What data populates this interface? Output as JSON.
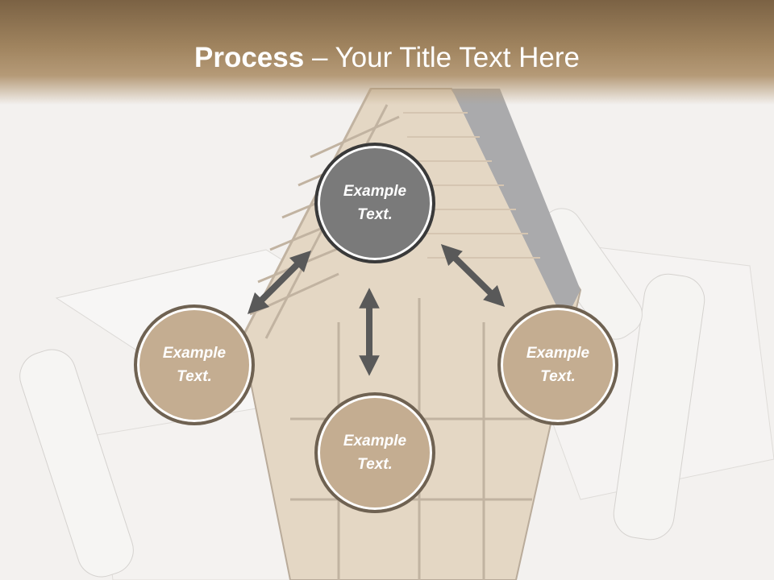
{
  "slide": {
    "title_bold": "Process",
    "title_rest": " – Your Title Text Here"
  },
  "diagram": {
    "nodes": [
      {
        "id": "top",
        "text": "Example\nText."
      },
      {
        "id": "left",
        "text": "Example\nText."
      },
      {
        "id": "right",
        "text": "Example\nText."
      },
      {
        "id": "bottom",
        "text": "Example\nText."
      }
    ]
  },
  "colors": {
    "header": "#a0845f",
    "top_node": "#7a7a7a",
    "tan_node": "#c4ad91",
    "arrow": "#595959"
  }
}
